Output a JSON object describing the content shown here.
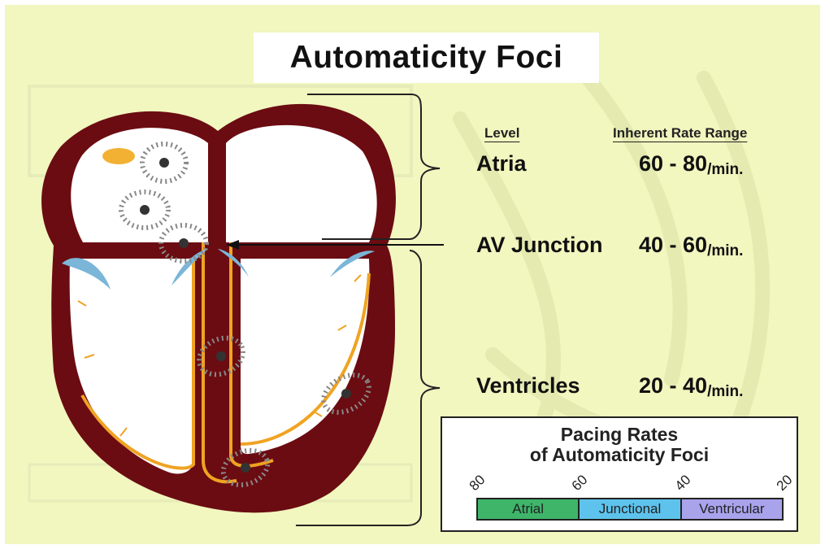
{
  "title": "Automaticity Foci",
  "table": {
    "level_header": "Level",
    "rate_header": "Inherent Rate Range",
    "rows": [
      {
        "level": "Atria",
        "range": "60 - 80",
        "unit": "/min."
      },
      {
        "level": "AV Junction",
        "range": "40 - 60",
        "unit": "/min."
      },
      {
        "level": "Ventricles",
        "range": "20 - 40",
        "unit": "/min."
      }
    ]
  },
  "pacing": {
    "title_line1": "Pacing Rates",
    "title_line2": "of Automaticity Foci",
    "ticks": [
      "80",
      "60",
      "40",
      "20"
    ],
    "segments": [
      {
        "label": "Atrial",
        "from": 80,
        "to": 60,
        "color": "#3fb56a"
      },
      {
        "label": "Junctional",
        "from": 60,
        "to": 40,
        "color": "#5ec3ec"
      },
      {
        "label": "Ventricular",
        "from": 40,
        "to": 20,
        "color": "#a9a3ec"
      }
    ]
  },
  "colors": {
    "background": "#f2f6bf",
    "heart_wall": "#6b0c12",
    "conduction": "#f0a322",
    "valve": "#7bb6d8"
  }
}
